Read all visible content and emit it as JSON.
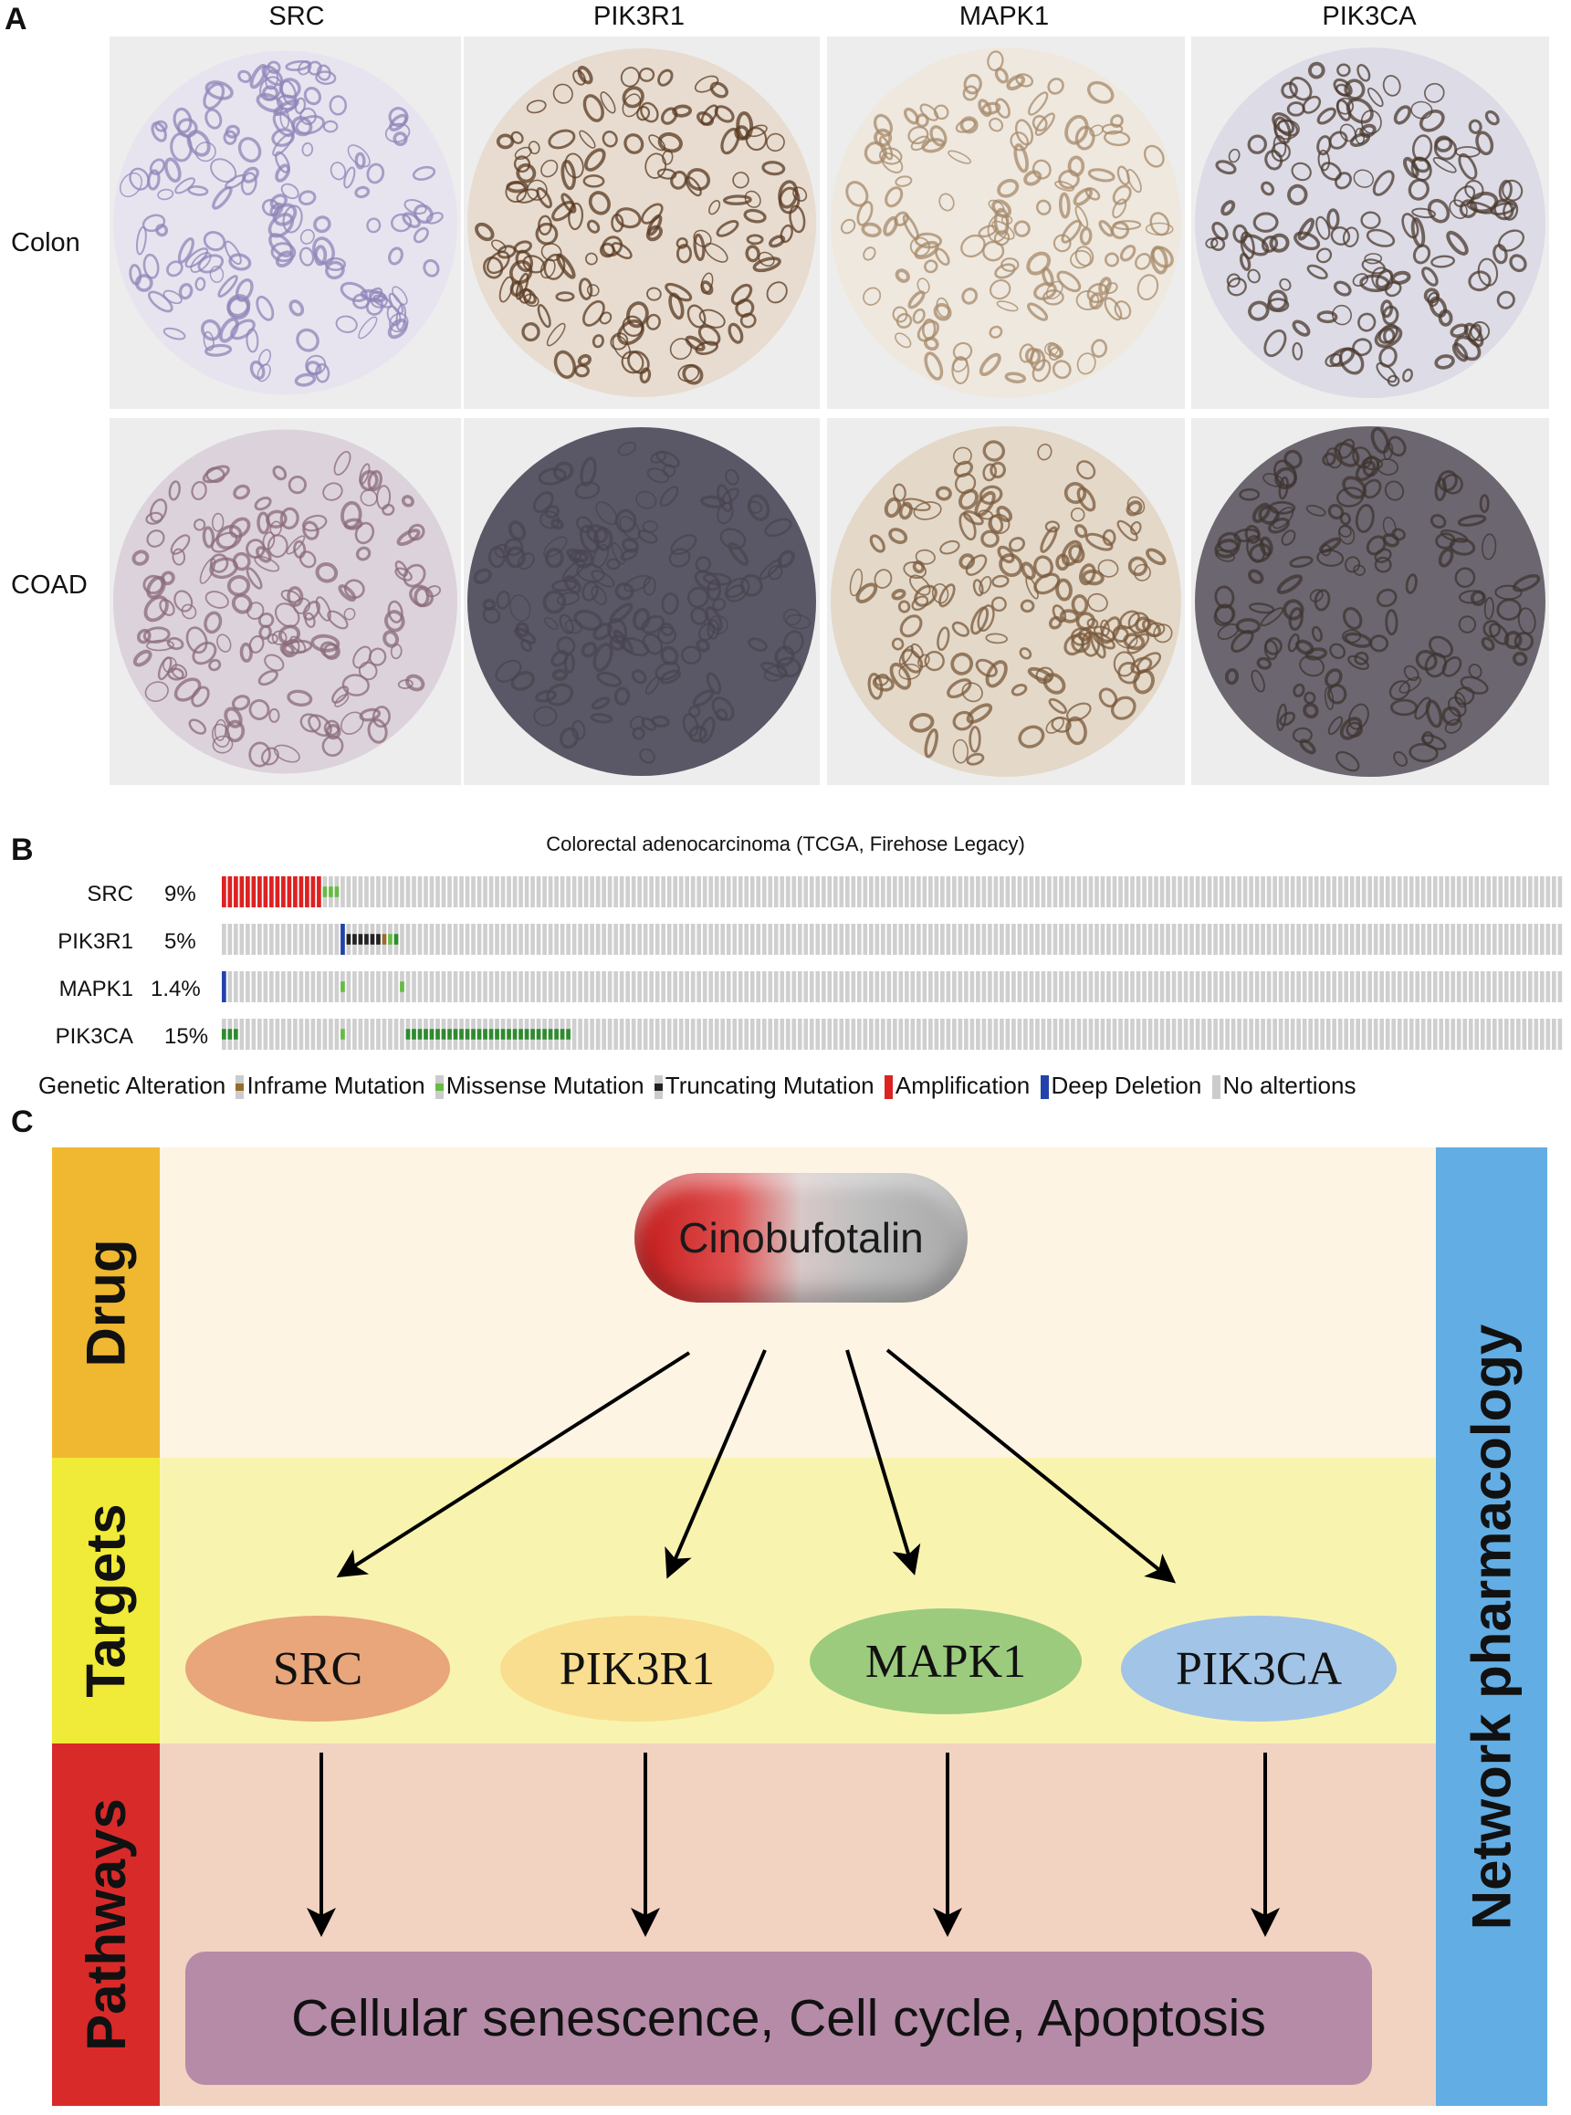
{
  "panels": {
    "a": "A",
    "b": "B",
    "c": "C"
  },
  "panel_a": {
    "columns": [
      "SRC",
      "PIK3R1",
      "MAPK1",
      "PIK3CA"
    ],
    "rows": [
      "Colon",
      "COAD"
    ],
    "tiles": [
      {
        "name": "colon-src",
        "stain": "#8f86b8",
        "tissue": "#e8e4ef"
      },
      {
        "name": "colon-pik3r1",
        "stain": "#5a3a22",
        "tissue": "#e7dccf"
      },
      {
        "name": "colon-mapk1",
        "stain": "#a68a6a",
        "tissue": "#efe8de"
      },
      {
        "name": "colon-pik3ca",
        "stain": "#4b3a2e",
        "tissue": "#dcdbe6"
      },
      {
        "name": "coad-src",
        "stain": "#8a6a78",
        "tissue": "#dcd2dc"
      },
      {
        "name": "coad-pik3r1",
        "stain": "#4a4650",
        "tissue": "#5a5866"
      },
      {
        "name": "coad-mapk1",
        "stain": "#7a5a3c",
        "tissue": "#e4d8c8"
      },
      {
        "name": "coad-pik3ca",
        "stain": "#3e3430",
        "tissue": "#6c6670"
      }
    ]
  },
  "panel_b": {
    "title": "Colorectal adenocarcinoma (TCGA, Firehose Legacy)",
    "genes": [
      {
        "gene": "SRC",
        "pct": "9%"
      },
      {
        "gene": "PIK3R1",
        "pct": "5%"
      },
      {
        "gene": "MAPK1",
        "pct": "1.4%"
      },
      {
        "gene": "PIK3CA",
        "pct": "15%"
      }
    ],
    "legend_title": "Genetic Alteration",
    "legend": [
      {
        "label": "Inframe Mutation",
        "color": "#9a6a2a"
      },
      {
        "label": "Missense Mutation",
        "color": "#66bb44"
      },
      {
        "label": "Truncating Mutation",
        "color": "#222222"
      },
      {
        "label": "Amplification",
        "color": "#dd2222"
      },
      {
        "label": "Deep Deletion",
        "color": "#2244aa"
      },
      {
        "label": "No altertions",
        "color": "#cccccc"
      }
    ],
    "colors": {
      "none": "#cfcfcf",
      "amp": "#dd2222",
      "missense": "#66bb44",
      "missense_dark": "#2e8b2e",
      "trunc": "#222222",
      "del": "#2244aa",
      "inframe": "#9a6a2a"
    }
  },
  "panel_c": {
    "side_labels": [
      "Drug",
      "Targets",
      "Pathways"
    ],
    "right_label": "Network pharmacology",
    "drug": "Cinobufotalin",
    "targets": [
      "SRC",
      "PIK3R1",
      "MAPK1",
      "PIK3CA"
    ],
    "pathways": "Cellular senescence, Cell cycle, Apoptosis",
    "colors": {
      "drug_band": "#fdf4e4",
      "targets_band": "#f8f4b0",
      "pathways_band": "#f2d2c0",
      "drug_side": "#f0b830",
      "targets_side": "#f0ea38",
      "pathways_side": "#d92a2a",
      "right_side": "#62ade4",
      "target_fills": [
        "#e8a67a",
        "#f8de8e",
        "#9ccb7e",
        "#a2c4e6"
      ]
    }
  }
}
